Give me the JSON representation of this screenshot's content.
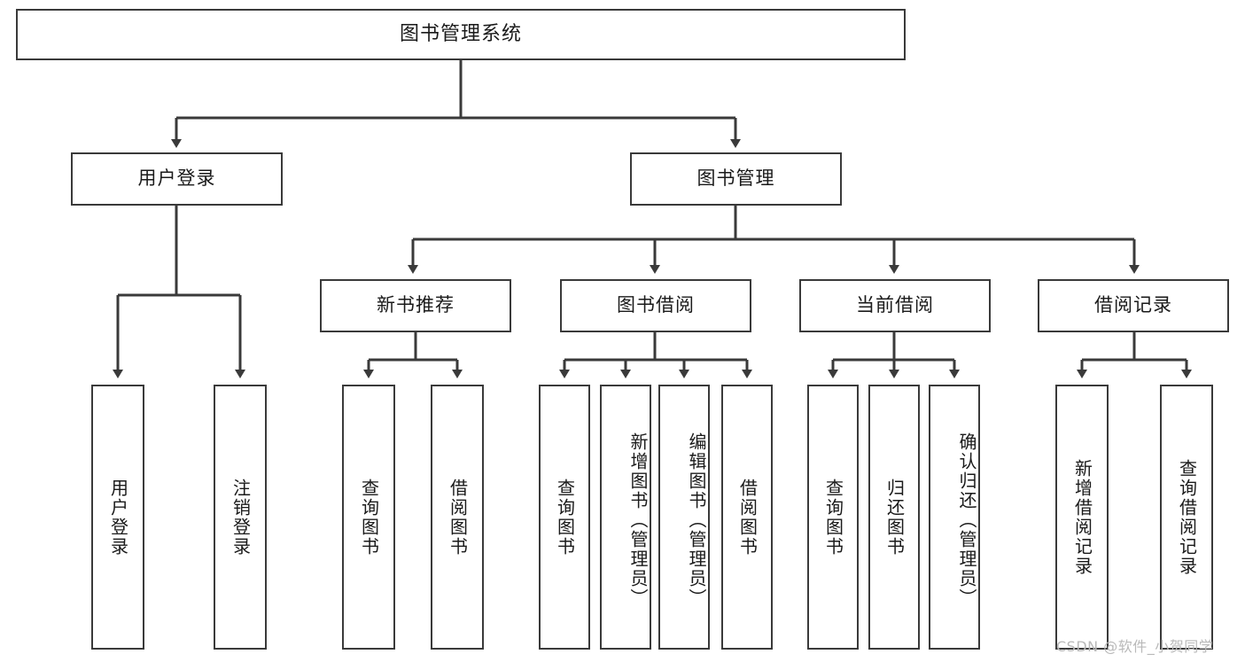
{
  "diagram": {
    "title": "图书管理系统",
    "type": "tree-hierarchy",
    "root": {
      "label": "图书管理系统"
    },
    "level2": [
      {
        "label": "用户登录"
      },
      {
        "label": "图书管理"
      }
    ],
    "level3": [
      {
        "label": "新书推荐"
      },
      {
        "label": "图书借阅"
      },
      {
        "label": "当前借阅"
      },
      {
        "label": "借阅记录"
      }
    ],
    "leaves_user_login": [
      {
        "label": "用户登录"
      },
      {
        "label": "注销登录"
      }
    ],
    "leaves_new_book": [
      {
        "label": "查询图书"
      },
      {
        "label": "借阅图书"
      }
    ],
    "leaves_book_borrow": [
      {
        "label": "查询图书"
      },
      {
        "label": "新增图书（管理员）"
      },
      {
        "label": "编辑图书（管理员）"
      },
      {
        "label": "借阅图书"
      }
    ],
    "leaves_current_borrow": [
      {
        "label": "查询图书"
      },
      {
        "label": "归还图书"
      },
      {
        "label": "确认归还（管理员）"
      }
    ],
    "leaves_borrow_record": [
      {
        "label": "新增借阅记录"
      },
      {
        "label": "查询借阅记录"
      }
    ]
  },
  "watermark": {
    "text": "CSDN @软件_小贺同学"
  },
  "colors": {
    "border": "#3a3a3a",
    "text": "#1a1a1a",
    "background": "#ffffff",
    "watermark": "#b9b9b9"
  }
}
